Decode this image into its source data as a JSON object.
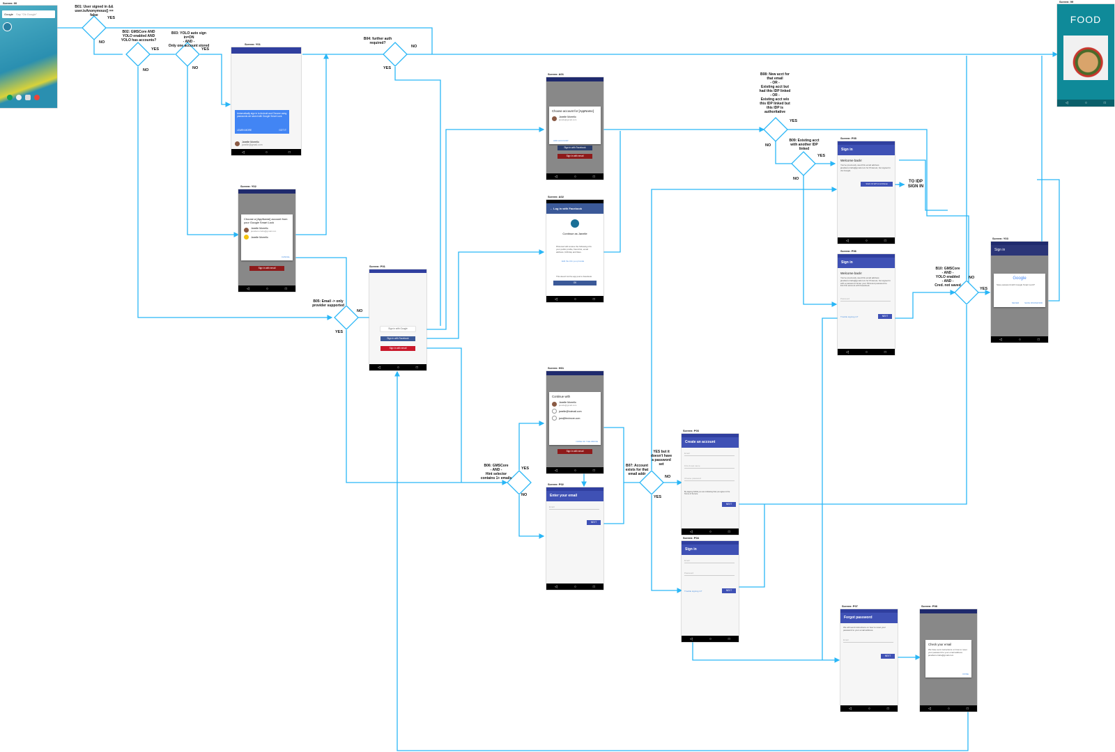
{
  "decisions": {
    "b01": "B01: User signed in && user.isAnonymous() == false",
    "b02": "B02: GMSCore AND YOLO enabled AND YOLO has accounts?",
    "b03": "B03: YOLO auto sign in=ON\n- AND -\nOnly one account stored",
    "b04": "B04: further auth required?",
    "b05": "B05: Email -> only provider supported",
    "b06": "B06: GMSCore\n- AND -\nHint selector contains 1+ emails",
    "b07": "B07: Account exists for that email addr",
    "b07_side": "YES but it doesn't have a password set",
    "b08": "B08: New acct for that email\n- OR -\nExisting acct but had this IDP linked\n- OR -\nExisting acct w/o this IDP linked but this IDP is authoritative",
    "b09": "B09: Existing acct with another IDP linked",
    "b10": "B10: GMSCore\n- AND -\nYOLO enabled\n- AND -\nCred. not saved"
  },
  "answers": {
    "yes": "YES",
    "no": "NO"
  },
  "flow_labels": {
    "to_idp": "TO IDP SIGN IN"
  },
  "screens": {
    "s00": {
      "title": "Screen: 00",
      "search_brand": "Google",
      "search_hint": "Say \"Ok Google\""
    },
    "s99": {
      "title": "Screen: 99",
      "logo": "FOOD"
    },
    "y01": {
      "title": "Screen: Y01",
      "bubble": "Automatically sign in to Android and Chrome using passwords we saved with Google Smart Lock.",
      "learn": "LEARN MORE",
      "got": "GOT IT",
      "name": "Janelle Morrello",
      "email": "janelle@gmail.com"
    },
    "y02": {
      "title": "Screen: Y02",
      "heading": "Choose a [AppName] account from your Google Smart Lock",
      "acct1": "Janelle Morrello",
      "acct1_email": "janellemorrello@gmail.com",
      "acct2": "Janelle Morrello",
      "cancel": "CANCEL",
      "btn": "Sign in with email"
    },
    "a01": {
      "title": "Screen: A01",
      "heading": "Choose account for [AppName]",
      "acct": "Janelle Morrello",
      "acct_email": "janelle@gmail.com",
      "add": "ADD ACCOUNT",
      "b1": "Sign in with Facebook",
      "b2": "Sign in with email"
    },
    "a02": {
      "title": "Screen: A02",
      "appbar": "Log in with Facebook",
      "cont": "Continue as Janelle",
      "info": "Pinterest will receive the following info: your public profile, friend list, email address, birthday and likes.",
      "edit": "Edit the info you provide",
      "note": "This doesn't let the app post to Facebook",
      "ok": "OK"
    },
    "p01": {
      "title": "Screen: P01",
      "g": "Sign in with Google",
      "f": "Sign in with Facebook",
      "e": "Sign in with email"
    },
    "h01": {
      "title": "Screen: H01",
      "heading": "Continue with",
      "a1": "Janelle Morrello",
      "a1e": "janelle@gmail.com",
      "a2": "janelle@hotmail.com",
      "a3": "jam@fenimore.com",
      "none": "NONE OF THE ABOVE",
      "btn": "Sign in with email"
    },
    "p02": {
      "title": "Screen: P02",
      "appbar": "Enter your email",
      "field": "Email",
      "next": "NEXT"
    },
    "p03": {
      "title": "Screen: P03",
      "appbar": "Create an account",
      "f1": "Email",
      "f2": "First & last name",
      "f3": "Choose password",
      "terms": "By tapping SAVE you are indicating that you agree to the Terms of Service",
      "next": "NEXT"
    },
    "p04": {
      "title": "Screen: P04",
      "appbar": "Sign in",
      "f1": "Email",
      "f2": "Password",
      "trouble": "Trouble signing in?",
      "next": "NEXT"
    },
    "p05": {
      "title": "Screen: P05",
      "appbar": "Sign in",
      "welcome": "Welcome back!",
      "body": "You've previously used this email address janellemorrello@gmail.com for Pinterest, but signed in via Google.",
      "btn": "SIGN IN WITH GOOGLE"
    },
    "p06": {
      "title": "Screen: P06",
      "appbar": "Sign in",
      "welcome": "Welcome back!",
      "body": "You've previously used this email address janellemorrello@gmail.com for Pinterest, but signed in with a password. Enter your Pinterest password to link this account with Facebook.",
      "field": "Password",
      "trouble": "Trouble signing in?",
      "next": "NEXT"
    },
    "p07": {
      "title": "Screen: P07",
      "appbar": "Forgot password",
      "body": "We will send instructions on how to reset your password to your email address.",
      "field": "Email",
      "next": "NEXT"
    },
    "p08": {
      "title": "Screen: P08",
      "heading": "Check your email",
      "body": "We have sent instructions on how to reset your password to your email address janellemorrello@gmail.com",
      "done": "DONE"
    },
    "y03": {
      "title": "Screen: Y03",
      "appbar": "Sign in",
      "brand": "Google",
      "body": "Save password with Google Smart Lock?",
      "never": "NEVER",
      "save": "SAVE PASSWORD"
    }
  }
}
